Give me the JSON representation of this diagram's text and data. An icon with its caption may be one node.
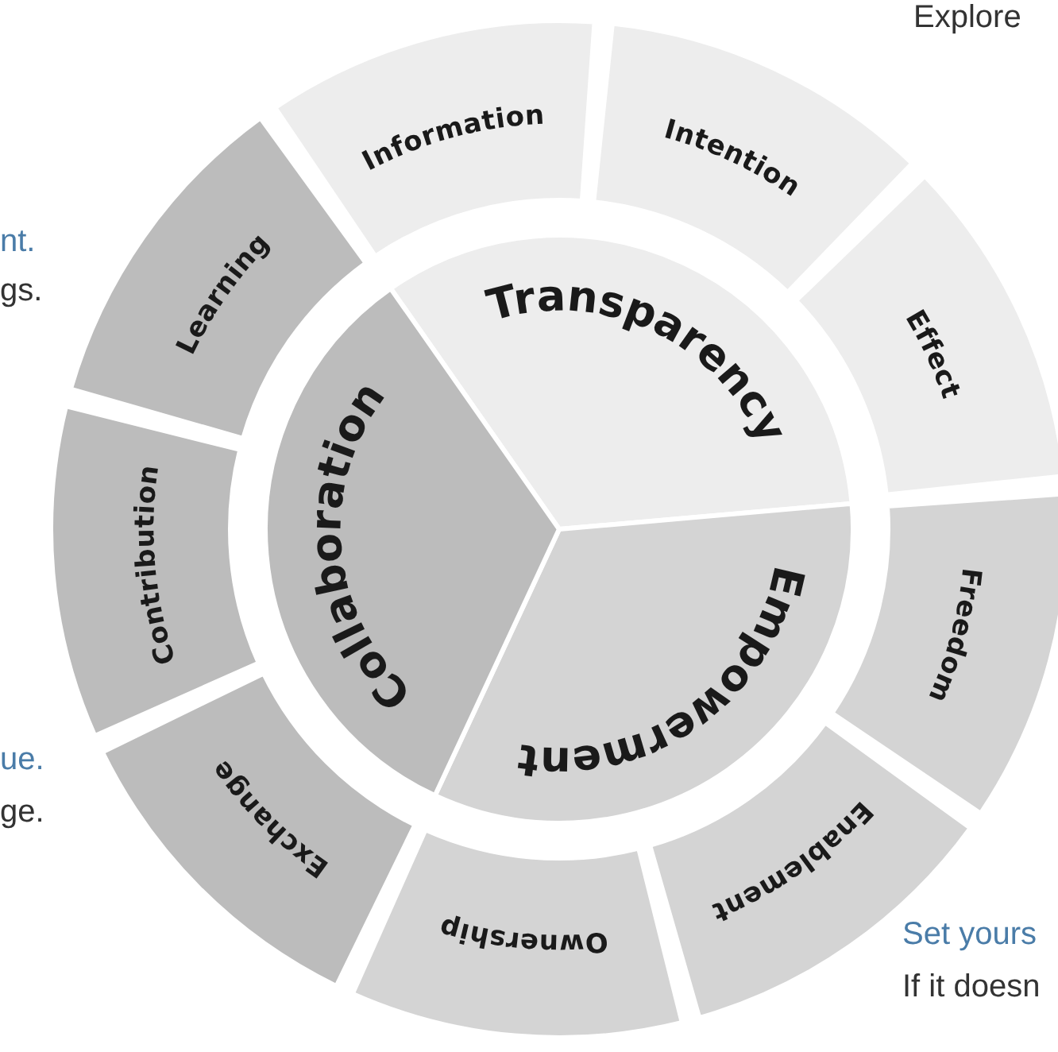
{
  "diagram": {
    "nodes": [
      {
        "text": [
          "Transparency"
        ]
      },
      {
        "text": [
          "Empowerment"
        ]
      },
      {
        "text": [
          "Collaboration"
        ]
      },
      {
        "text": [
          "Information"
        ]
      },
      {
        "text": [
          "Intention"
        ]
      },
      {
        "text": [
          "Effect"
        ]
      },
      {
        "text": [
          "Freedom"
        ]
      },
      {
        "text": [
          "Enablement"
        ]
      },
      {
        "text": [
          "Ownership"
        ]
      },
      {
        "text": [
          "Exchange"
        ]
      },
      {
        "text": [
          "Contribution"
        ]
      },
      {
        "text": [
          "Learning"
        ]
      }
    ],
    "labels": [
      "Explore",
      "nt.",
      "gs.",
      "ue.",
      "ge.",
      "Set yours",
      "If it doesn"
    ]
  }
}
